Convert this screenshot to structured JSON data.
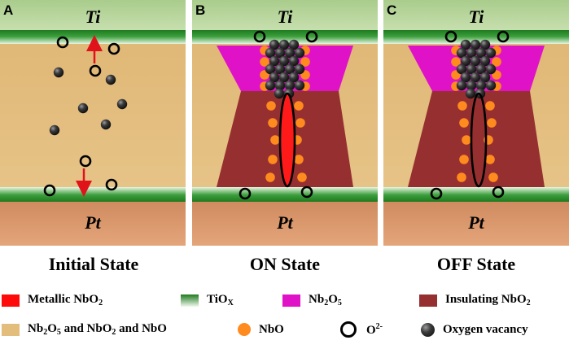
{
  "panels": [
    {
      "letter": "A",
      "top_electrode": "Ti",
      "bottom_electrode": "Pt",
      "state": "Initial State"
    },
    {
      "letter": "B",
      "top_electrode": "Ti",
      "bottom_electrode": "Pt",
      "state": "ON State"
    },
    {
      "letter": "C",
      "top_electrode": "Ti",
      "bottom_electrode": "Pt",
      "state": "OFF State"
    }
  ],
  "colors": {
    "ti_layer": "#b8d59a",
    "tiox": "#2e8b2e",
    "mixed_oxide": "#e3bd7c",
    "pt_layer": "#d9946a",
    "nb2o5": "#e012c8",
    "insulating_nbo2": "#963030",
    "metallic_nbo2": "#ff1a1a",
    "nbo": "#ff8a1e",
    "oxygen_vacancy": "#333333"
  },
  "legend": {
    "metallic_nbo2": {
      "text": "Metallic NbO",
      "sub": "2"
    },
    "tiox": {
      "text": "TiO",
      "sub": "X"
    },
    "nb2o5": {
      "text_1": "Nb",
      "sub_1": "2",
      "text_2": "O",
      "sub_2": "5"
    },
    "insulating_nbo2": {
      "text": "Insulating NbO",
      "sub": "2"
    },
    "mixed": {
      "text_1": "Nb",
      "sub_1": "2",
      "text_2": "O",
      "sub_2": "5",
      "text_3": " and NbO",
      "sub_3": "2",
      "text_4": " and NbO"
    },
    "nbo": {
      "text": "NbO"
    },
    "o2": {
      "text": "O",
      "sup": "2-"
    },
    "vacancy": {
      "text": "Oxygen vacancy"
    }
  }
}
